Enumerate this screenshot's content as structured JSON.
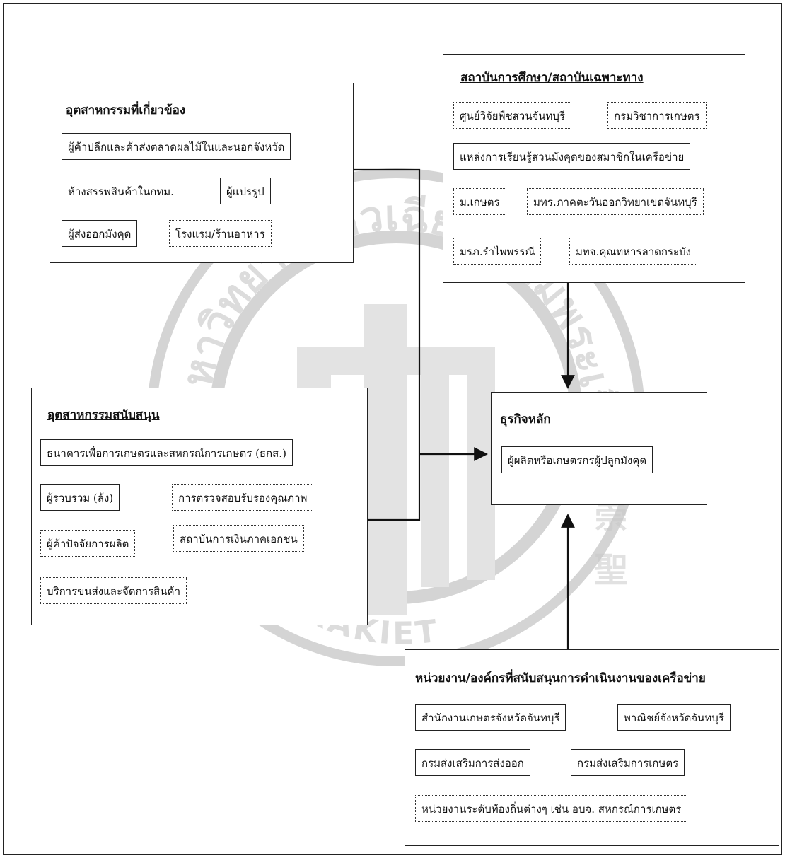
{
  "watermark": {
    "arc_text": "มหาวิทยาลัยหัวเฉียวเฉลิมพระเกียรติ",
    "english_arc": "CHALERMPRAKIET",
    "chinese": "華僑崇聖"
  },
  "groups": {
    "related_industries": {
      "title": "อุตสาหกรรมที่เกี่ยวข้อง",
      "items": [
        "ผู้ค้าปลีกและค้าส่งตลาดผลไม้ในและนอกจังหวัด",
        "ห้างสรรพสินค้าในกทม.",
        "ผู้แปรรูป",
        "ผู้ส่งออกมังคุด",
        "โรงแรม/ร้านอาหาร"
      ]
    },
    "institutions": {
      "title": "สถาบันการศึกษา/สถาบันเฉพาะทาง",
      "items": [
        "ศูนย์วิจัยพืชสวนจันทบุรี",
        "กรมวิชาการเกษตร",
        "แหล่งการเรียนรู้สวนมังคุดของสมาชิกในเครือข่าย",
        "ม.เกษตร",
        "มทร.ภาคตะวันออกวิทยาเขตจันทบุรี",
        "มรภ.รำไพพรรณี",
        "มทจ.คุณทหารลาดกระบัง"
      ]
    },
    "supporting_industries": {
      "title": "อุตสาหกรรมสนับสนุน",
      "items": [
        "ธนาคารเพื่อการเกษตรและสหกรณ์การเกษตร (ธกส.)",
        "ผู้รวบรวม (ล้ง)",
        "การตรวจสอบรับรองคุณภาพ",
        "ผู้ค้าปัจจัยการผลิต",
        "สถาบันการเงินภาคเอกชน",
        "บริการขนส่งและจัดการสินค้า"
      ]
    },
    "core_business": {
      "title": "ธุรกิจหลัก",
      "items": [
        "ผู้ผลิตหรือเกษตรกรผู้ปลูกมังคุด"
      ]
    },
    "support_agencies": {
      "title": "หน่วยงาน/องค์กรที่สนับสนุนการดำเนินงานของเครือข่าย",
      "items": [
        "สำนักงานเกษตรจังหวัดจันทบุรี",
        "พาณิชย์จังหวัดจันทบุรี",
        "กรมส่งเสริมการส่งออก",
        "กรมส่งเสริมการเกษตร",
        "หน่วยงานระดับท้องถิ่นต่างๆ เช่น อบจ. สหกรณ์การเกษตร"
      ]
    }
  }
}
